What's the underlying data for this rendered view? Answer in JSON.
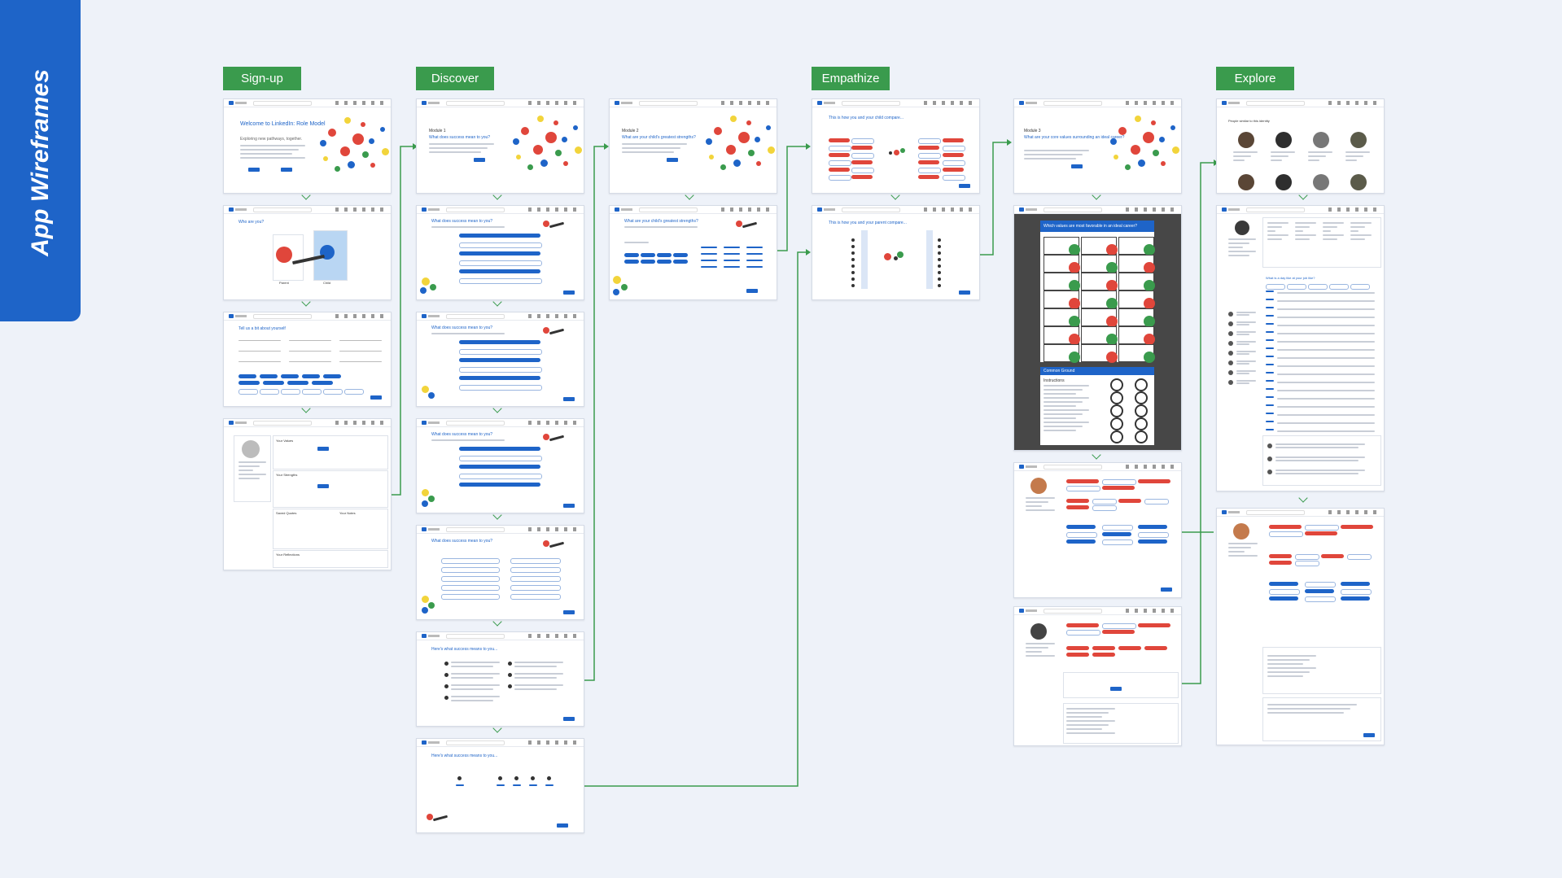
{
  "page": {
    "title": "App Wireframes",
    "accent_color": "#1e64c8",
    "section_color": "#3a9b4d",
    "background": "#eef2f9"
  },
  "sections": [
    {
      "id": "signup",
      "label": "Sign-up"
    },
    {
      "id": "discover",
      "label": "Discover"
    },
    {
      "id": "empathize",
      "label": "Empathize"
    },
    {
      "id": "explore",
      "label": "Explore"
    }
  ],
  "screens": {
    "welcome": {
      "heading": "Welcome to LinkedIn: Role Model",
      "subheading": "Exploring new pathways, together."
    },
    "who": {
      "heading": "Who are you?",
      "choices": [
        "Parent",
        "Child"
      ]
    },
    "about": {
      "heading": "Tell us a bit about yourself"
    },
    "profile": {
      "sections": [
        "Your Values",
        "Your Strengths",
        "Saved Quotes",
        "Your Notes",
        "Your Reflections"
      ]
    },
    "d1": {
      "heading": "Module 1",
      "question": "What does success mean to you?"
    },
    "d2": {
      "heading": "What does success mean to you?"
    },
    "d3": {
      "heading": "What does success mean to you?"
    },
    "d4": {
      "heading": "What does success mean to you?"
    },
    "d5": {
      "heading": "What does success mean to you?"
    },
    "d6": {
      "heading": "Here's what success means to you..."
    },
    "d7": {
      "heading": "Here's what success means to you..."
    },
    "m2": {
      "heading": "Module 2",
      "question": "What are your child's greatest strengths?"
    },
    "m2b": {
      "heading": "What are your child's greatest strengths?"
    },
    "e1": {
      "heading": "This is how you and your child compare..."
    },
    "e2": {
      "heading": "This is how you and your parent compare..."
    },
    "m3": {
      "heading": "Module 3",
      "question": "What are your core values surrounding an ideal career?"
    },
    "worksheet": {
      "heading": "Which values are most favorable in an ideal career?",
      "common": "Common Ground",
      "instructions": "Instructions"
    },
    "x1": {
      "heading": "People similar to this identity"
    },
    "x2": {
      "heading": "What is a day like at your job like?"
    }
  }
}
